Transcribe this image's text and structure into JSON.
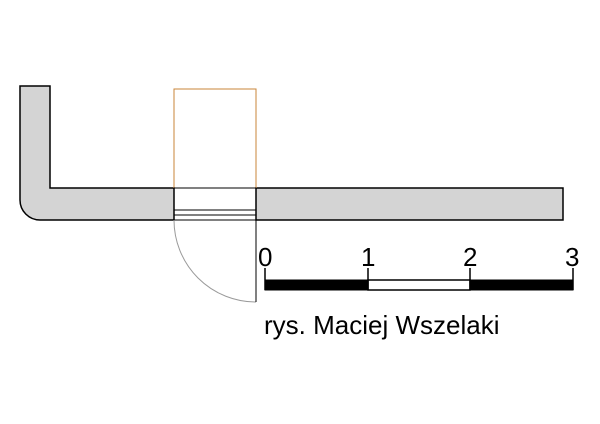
{
  "scale_bar": {
    "labels": [
      "0",
      "1",
      "2",
      "3"
    ]
  },
  "credit": "rys. Maciej Wszelaki",
  "colors": {
    "wall_fill": "#d4d4d4",
    "wall_stroke": "#000000",
    "door_leaf": "#c8853a",
    "door_swing": "#9a9a9a",
    "scale_dark": "#000000",
    "scale_light": "#ffffff"
  }
}
